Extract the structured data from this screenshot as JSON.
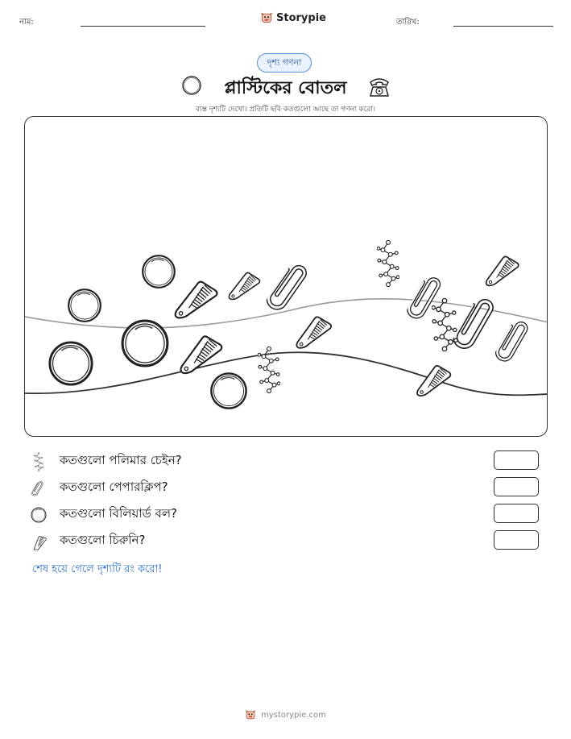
{
  "header": {
    "name_label": "নাম:",
    "brand_name": "Storypie",
    "date_label": "তারিখ:"
  },
  "worksheet": {
    "tag": "দৃশ্য গণনা",
    "title": "প্লাস্টিকের বোতল",
    "instruction": "ব্যস্ত দৃশ্যটি দেখো। প্রতিটি ছবি কতগুলো আছে তা গণনা করো।"
  },
  "questions": [
    {
      "icon": "polymer-chain-icon",
      "text": "কতগুলো পলিমার চেইন?"
    },
    {
      "icon": "paperclip-icon",
      "text": "কতগুলো পেপারক্লিপ?"
    },
    {
      "icon": "billiard-ball-icon",
      "text": "কতগুলো বিলিয়ার্ড বল?"
    },
    {
      "icon": "comb-icon",
      "text": "কতগুলো চিরুনি?"
    }
  ],
  "finish_text": "শেষ হয়ে গেলে দৃশ্যটি রং করো!",
  "footer": {
    "url": "mystorypie.com"
  }
}
